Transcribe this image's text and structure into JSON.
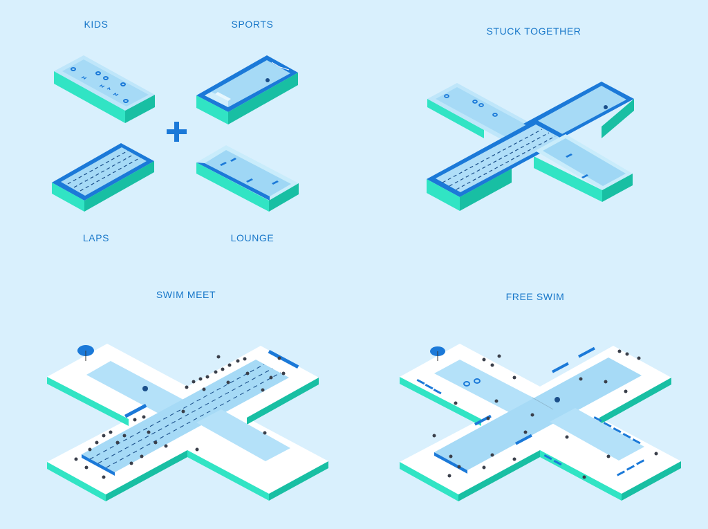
{
  "labels": {
    "kids": "KIDS",
    "sports": "SPORTS",
    "laps": "LAPS",
    "lounge": "LOUNGE",
    "stuck_together": "STUCK TOGETHER",
    "swim_meet": "SWIM MEET",
    "free_swim": "FREE SWIM"
  },
  "colors": {
    "background": "#d9f0fd",
    "water": "#a9dcf7",
    "water_deep": "#7fc6ef",
    "rim_teal": "#2ee6c6",
    "rim_blue": "#1b79d8",
    "deck": "#ffffff",
    "accent": "#1877c9"
  },
  "icons": {
    "plus": "plus-icon",
    "umbrella": "umbrella-icon",
    "swimmer": "person-icon"
  }
}
